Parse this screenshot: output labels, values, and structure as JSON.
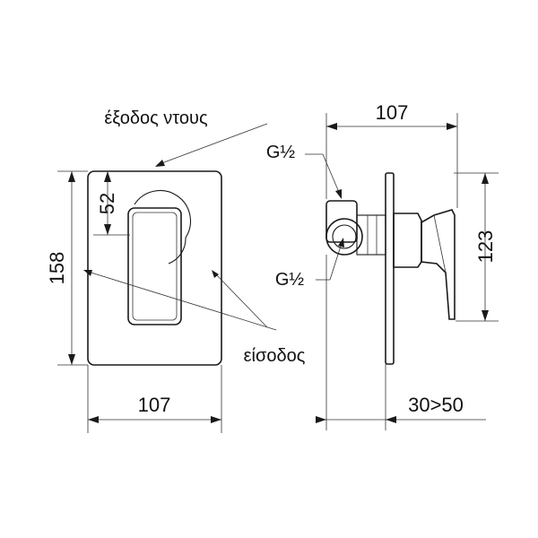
{
  "labels": {
    "shower_outlet": "έξοδος ντους",
    "inlet": "είσοδος",
    "thread_top": "G½",
    "thread_bottom": "G½"
  },
  "dimensions": {
    "front_width": "107",
    "front_height": "158",
    "handle_offset": "52",
    "side_depth": "107",
    "side_height": "123",
    "wall_depth": "30>50"
  }
}
